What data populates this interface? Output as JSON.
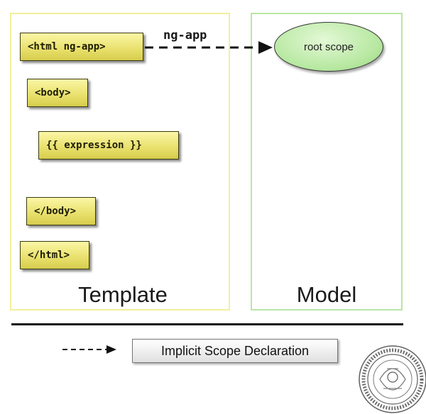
{
  "template_panel": {
    "label": "Template",
    "tags": [
      "<html ng-app>",
      "<body>",
      "{{ expression }}",
      "</body>",
      "</html>"
    ]
  },
  "model_panel": {
    "label": "Model",
    "root_scope_label": "root scope"
  },
  "arrow_label": "ng-app",
  "legend": {
    "label": "Implicit Scope Declaration"
  },
  "colors": {
    "template_border": "#f2ef9c",
    "model_border": "#b9e6a4",
    "tag_fill": "#e8e06b",
    "scope_fill": "#b7e8a1"
  }
}
